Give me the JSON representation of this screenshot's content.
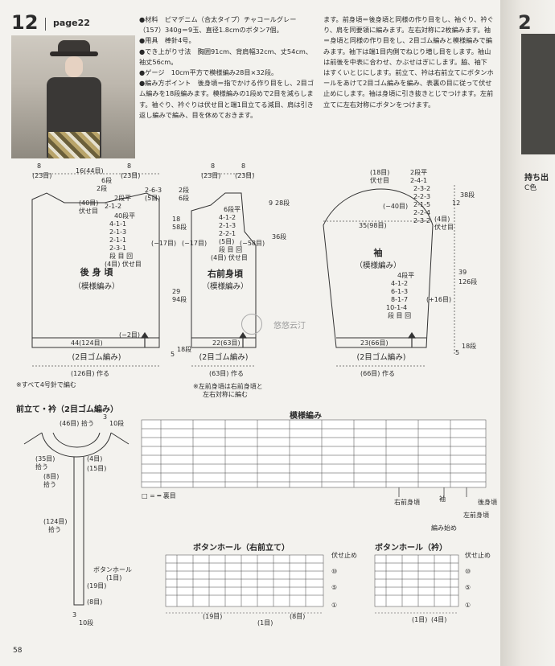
{
  "header": {
    "number": "12",
    "page": "page22"
  },
  "page_number": "58",
  "instructions": {
    "col1": [
      "●材料　ピマデニム（合太タイプ）チャコールグレー（157）340g＝9玉、直径1.8cmのボタン7個。",
      "●用具　棒針4号。",
      "●でき上がり寸法　胸囲91cm、背肩幅32cm、丈54cm、袖丈56cm。",
      "●ゲージ　10cm平方で模様編み28目×32段。",
      "●編み方ポイント　後身頃＝指でかける作り目をし、2目ゴム編みを18段編みます。模様編みの1段めで2目を減らします。袖ぐり、衿ぐりは伏せ目と端1目立てる減目、肩は引き返し編みで編み、目を休めておきます。"
    ],
    "col2": [
      "ます。前身頃＝後身頃と同様の作り目をし、袖ぐり、衿ぐり、肩を同要領に編みます。左右対称に2枚編みます。袖＝身頃と同様の作り目をし、2目ゴム編みと模様編みで編みます。袖下は端1目内側でねじり増し目をします。袖山は前後を中表に合わせ、かぶせはぎにします。脇、袖下はすくいとじにします。前立て、衿は右前立てにボタンホールをあけて2目ゴム編みを編み、表裏の目に従って伏せ止めにします。袖は身頃に引き抜きとじでつけます。左前立てに左右対称にボタンをつけます。"
    ]
  },
  "back": {
    "title": "後 身 頃",
    "subtitle": "（模様編み）",
    "top_dims": [
      "8",
      "16(44目)",
      "8"
    ],
    "top_sub": [
      "(23目)",
      "(23目)"
    ],
    "shoulder": [
      "2-6-3",
      "(5目)"
    ],
    "neck": [
      "(40目)",
      "伏せ目",
      "2段平",
      "2-1-2"
    ],
    "armhole": [
      "40段平",
      "4-1-1",
      "2-1-3",
      "2-1-1",
      "2-3-1",
      "段 目 回",
      "(4目) 伏せ目"
    ],
    "side": [
      "(−17目)",
      "(−2目)"
    ],
    "height": [
      "18",
      "58段",
      "29",
      "94段",
      "5",
      "18段"
    ],
    "hem_w": "44(124目)",
    "rib": "(2目ゴム編み)",
    "cast_on": "(126目) 作る",
    "note": "※すべて4号針で編む",
    "top_small": [
      "6段",
      "2段",
      "2段",
      "6段"
    ]
  },
  "front": {
    "title": "右前身頃",
    "subtitle": "（模様編み）",
    "top_dims": [
      "8",
      "8"
    ],
    "top_sub": [
      "(23目)",
      "(23目)"
    ],
    "neck": [
      "6段平",
      "4-1-2",
      "2-1-3",
      "2-2-1",
      "(5目)",
      "段 目 回",
      "(4目) 伏せ目"
    ],
    "side_notes": [
      "(−17目)",
      "(−58目)"
    ],
    "hem_w": "22(63目)",
    "rib": "(2目ゴム編み)",
    "cast_on": "(63目) 作る",
    "note1": "※左前身頃は右前身頃と",
    "note2": "左右対称に編む",
    "height": [
      "9",
      "28段",
      "36段"
    ]
  },
  "sleeve": {
    "title": "袖",
    "subtitle": "（模様編み）",
    "top": [
      "(18目)",
      "伏せ目"
    ],
    "cap": [
      "2段平",
      "2-4-1",
      "2-3-2",
      "2-2-3",
      "2-1-5",
      "2-2-4",
      "2-3-2"
    ],
    "cap_h": [
      "(−40目)",
      "(4目)",
      "伏せ目",
      "12",
      "38段"
    ],
    "width": "35(98目)",
    "inc": [
      "4段平",
      "4-1-2",
      "6-1-3",
      "8-1-7",
      "10-1-4",
      "段 目 回"
    ],
    "inc_note": "(+16目)",
    "height": [
      "39",
      "126段",
      "5",
      "18段"
    ],
    "hem_w": "23(66目)",
    "rib": "(2目ゴム編み)",
    "cast_on": "(66目) 作る"
  },
  "band": {
    "title": "前立て・衿（2目ゴム編み）",
    "labels": [
      "(46目) 拾う",
      "3",
      "10段",
      "(35目)",
      "拾う",
      "(4目)",
      "(15目)",
      "(8目)",
      "拾う",
      "(124目)",
      "拾う",
      "ボタンホール",
      "(1目)",
      "(19目)",
      "(8目)",
      "3",
      "10段"
    ]
  },
  "pattern": {
    "title": "模様編み",
    "legend": "□ = ━ 裏目",
    "labels": [
      "右前身頃",
      "袖",
      "後身頃",
      "左前身頃",
      "編み始め"
    ]
  },
  "buttonhole1": {
    "title": "ボタンホール（右前立て）",
    "right": [
      "伏せ止め",
      "⑩",
      "⑤",
      "①"
    ],
    "bottom": [
      "(19目)",
      "(1目)",
      "(8目)"
    ]
  },
  "buttonhole2": {
    "title": "ボタンホール（衿）",
    "right": [
      "伏せ止め",
      "⑩",
      "⑤",
      "①"
    ],
    "bottom": [
      "(1目)",
      "(4目)"
    ]
  },
  "watermark": "悠悠云汀",
  "right_strip": {
    "number": "2",
    "label": "持ち出",
    "label2": "C色"
  }
}
